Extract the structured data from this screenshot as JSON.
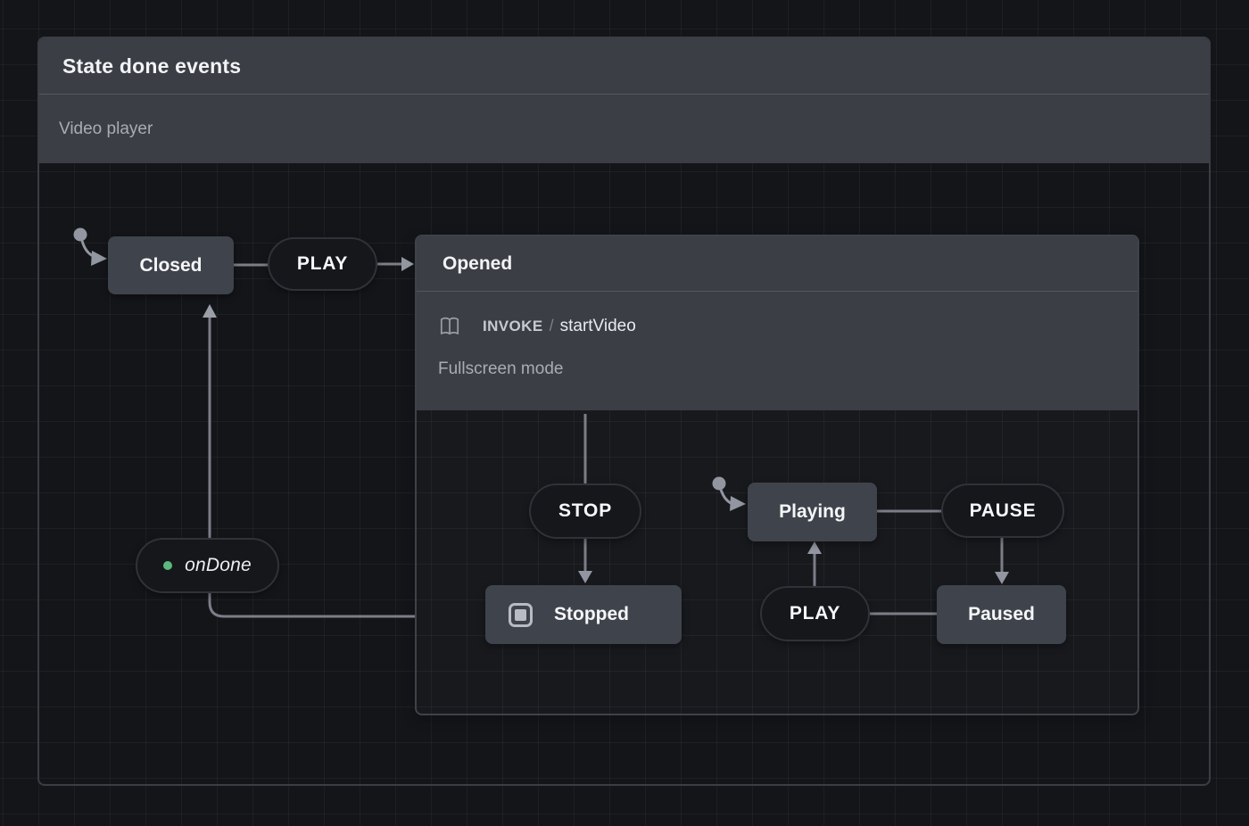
{
  "header": {
    "title": "State done events",
    "subtitle": "Video player"
  },
  "machine": {
    "states": {
      "closed": {
        "label": "Closed"
      },
      "opened": {
        "label": "Opened",
        "invoke": {
          "keyword": "INVOKE",
          "separator": "/",
          "source": "startVideo"
        },
        "description": "Fullscreen mode",
        "states": {
          "stopped": {
            "label": "Stopped",
            "type": "final"
          },
          "playing": {
            "label": "Playing",
            "initial": true
          },
          "paused": {
            "label": "Paused"
          }
        }
      }
    },
    "events": {
      "play_open": "PLAY",
      "stop": "STOP",
      "pause": "PAUSE",
      "play_resume": "PLAY",
      "ondone": "onDone"
    }
  },
  "colors": {
    "canvas_bg": "#141519",
    "container_header_bg": "#3b3e45",
    "container_border": "#3a3d44",
    "node_bg": "#3f434b",
    "pill_bg": "#16171a",
    "pill_border": "#2f3239",
    "edge_line": "#7b7e88",
    "edge_arrow": "#9296a0",
    "done_dot_green": "#5cb87e",
    "final_icon": "#b9bbc3"
  }
}
